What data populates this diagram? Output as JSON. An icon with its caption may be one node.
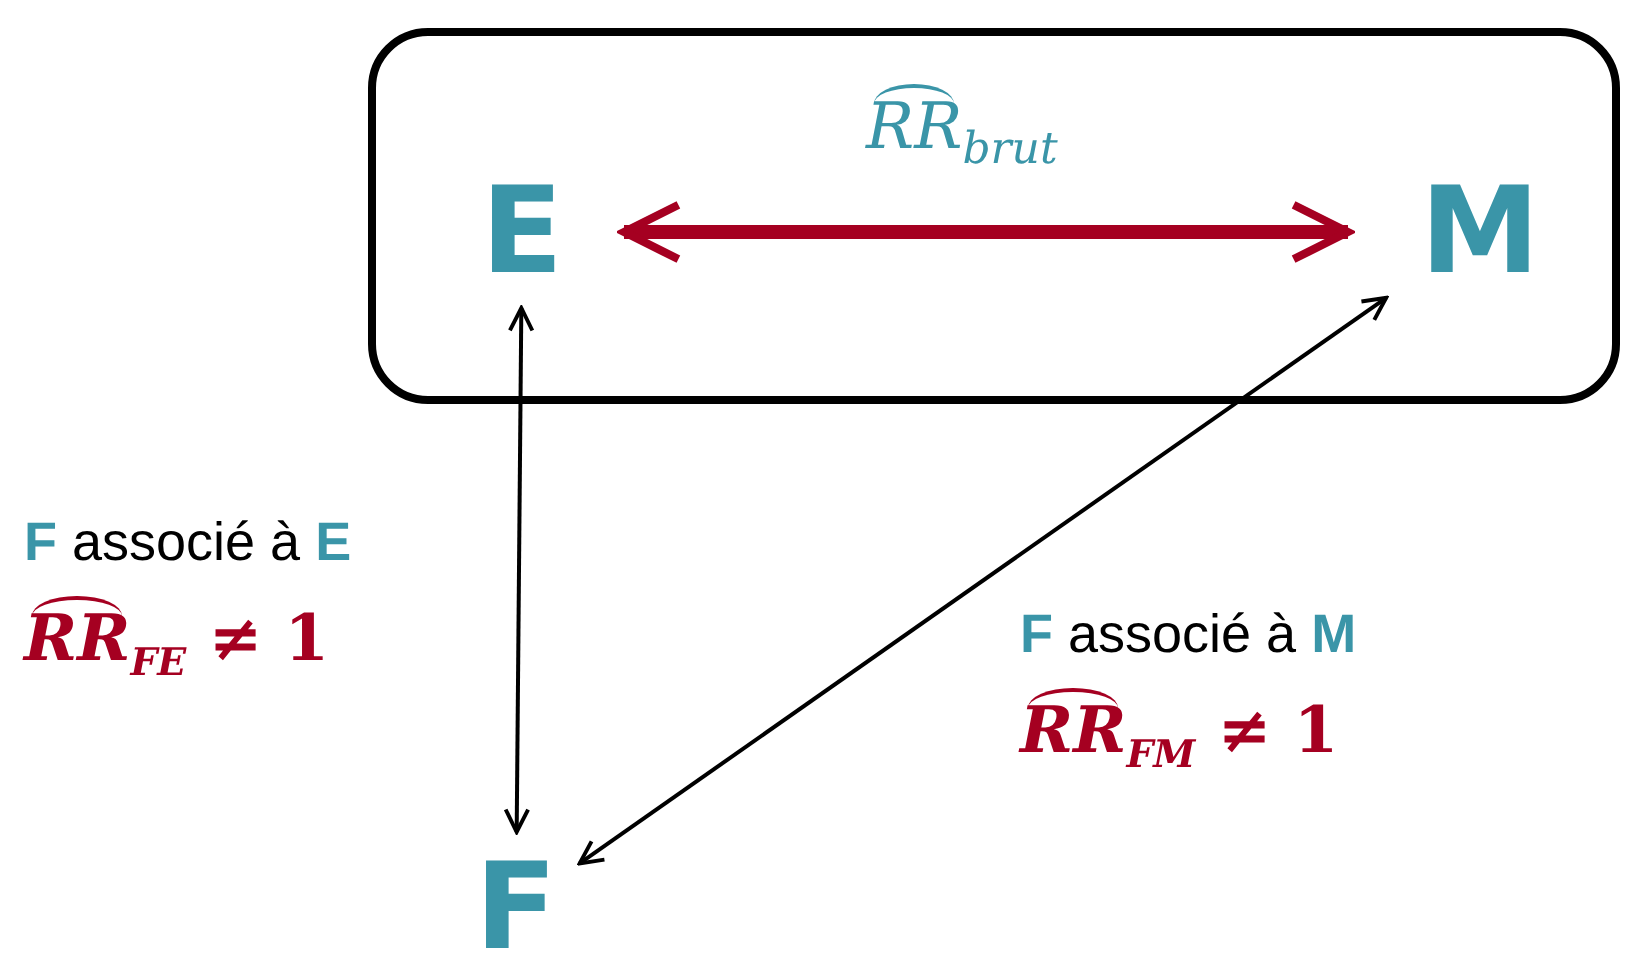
{
  "diagram": {
    "nodes": [
      {
        "text": [],
        "shape": "box"
      },
      {
        "text": [
          "E"
        ],
        "in": 0
      },
      {
        "text": [
          "M"
        ],
        "in": 0
      },
      {
        "text": [
          "F"
        ]
      }
    ],
    "edges": [
      {
        "from": 1,
        "to": 2,
        "arrow": "both",
        "label": "*RR*$_{brut}$",
        "style": "thick",
        "color": "#a50021"
      },
      {
        "from": 1,
        "to": 3,
        "arrow": "both"
      },
      {
        "from": 3,
        "to": 2,
        "arrow": "both"
      }
    ],
    "labels": [
      "**F** associé à **E**",
      "*RR*$_{FE}$ ≠ 1",
      "**F** associé à **M**",
      "*RR*$_{FM}$ ≠ 1"
    ]
  }
}
